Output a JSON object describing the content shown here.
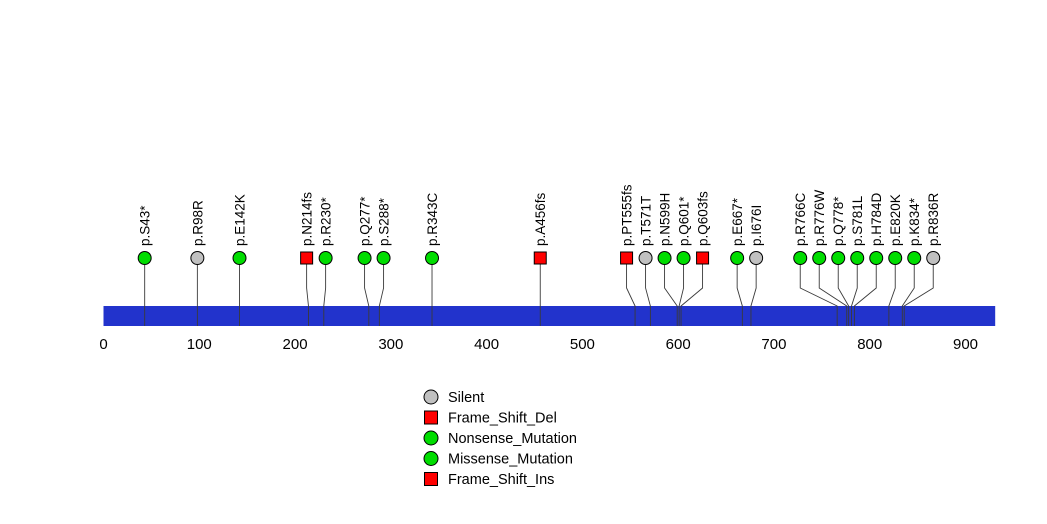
{
  "chart_data": {
    "type": "lollipop",
    "title": "",
    "xlabel": "",
    "background": "#FFFFFF",
    "protein_bar": {
      "color": "#2233CC",
      "start": 0,
      "end": 931
    },
    "axis_ticks": [
      "0",
      "100",
      "200",
      "300",
      "400",
      "500",
      "600",
      "700",
      "800",
      "900"
    ],
    "axis_range": [
      0,
      900
    ],
    "type_styles": {
      "Silent": {
        "shape": "circle",
        "color": "#C0C0C0"
      },
      "Nonsense_Mutation": {
        "shape": "circle",
        "color": "#00DD00"
      },
      "Missense_Mutation": {
        "shape": "circle",
        "color": "#00DD00"
      },
      "Frame_Shift": {
        "shape": "square",
        "color": "#FF0000"
      }
    },
    "mutations": [
      {
        "label": "p.S43*",
        "pos": 43,
        "type": "Nonsense_Mutation"
      },
      {
        "label": "p.R98R",
        "pos": 98,
        "type": "Silent"
      },
      {
        "label": "p.E142K",
        "pos": 142,
        "type": "Missense_Mutation"
      },
      {
        "label": "p.N214fs",
        "pos": 214,
        "type": "Frame_Shift"
      },
      {
        "label": "p.R230*",
        "pos": 230,
        "type": "Nonsense_Mutation"
      },
      {
        "label": "p.Q277*",
        "pos": 277,
        "type": "Nonsense_Mutation"
      },
      {
        "label": "p.S288*",
        "pos": 288,
        "type": "Nonsense_Mutation"
      },
      {
        "label": "p.R343C",
        "pos": 343,
        "type": "Missense_Mutation"
      },
      {
        "label": "p.A456fs",
        "pos": 456,
        "type": "Frame_Shift"
      },
      {
        "label": "p.PT555fs",
        "pos": 555,
        "type": "Frame_Shift"
      },
      {
        "label": "p.T571T",
        "pos": 571,
        "type": "Silent"
      },
      {
        "label": "p.N599H",
        "pos": 599,
        "type": "Missense_Mutation"
      },
      {
        "label": "p.Q601*",
        "pos": 601,
        "type": "Nonsense_Mutation"
      },
      {
        "label": "p.Q603fs",
        "pos": 603,
        "type": "Frame_Shift"
      },
      {
        "label": "p.E667*",
        "pos": 667,
        "type": "Nonsense_Mutation"
      },
      {
        "label": "p.I676I",
        "pos": 676,
        "type": "Silent"
      },
      {
        "label": "p.R766C",
        "pos": 766,
        "type": "Missense_Mutation"
      },
      {
        "label": "p.R776W",
        "pos": 776,
        "type": "Missense_Mutation"
      },
      {
        "label": "p.Q778*",
        "pos": 778,
        "type": "Nonsense_Mutation"
      },
      {
        "label": "p.S781L",
        "pos": 781,
        "type": "Missense_Mutation"
      },
      {
        "label": "p.H784D",
        "pos": 784,
        "type": "Missense_Mutation"
      },
      {
        "label": "p.E820K",
        "pos": 820,
        "type": "Missense_Mutation"
      },
      {
        "label": "p.K834*",
        "pos": 834,
        "type": "Nonsense_Mutation"
      },
      {
        "label": "p.R836R",
        "pos": 836,
        "type": "Silent"
      }
    ],
    "legend": [
      {
        "label": "Silent",
        "shape": "circle",
        "color": "#C0C0C0"
      },
      {
        "label": "Frame_Shift_Del",
        "shape": "square",
        "color": "#FF0000"
      },
      {
        "label": "Nonsense_Mutation",
        "shape": "circle",
        "color": "#00DD00"
      },
      {
        "label": "Missense_Mutation",
        "shape": "circle",
        "color": "#00DD00"
      },
      {
        "label": "Frame_Shift_Ins",
        "shape": "square",
        "color": "#FF0000"
      }
    ]
  }
}
